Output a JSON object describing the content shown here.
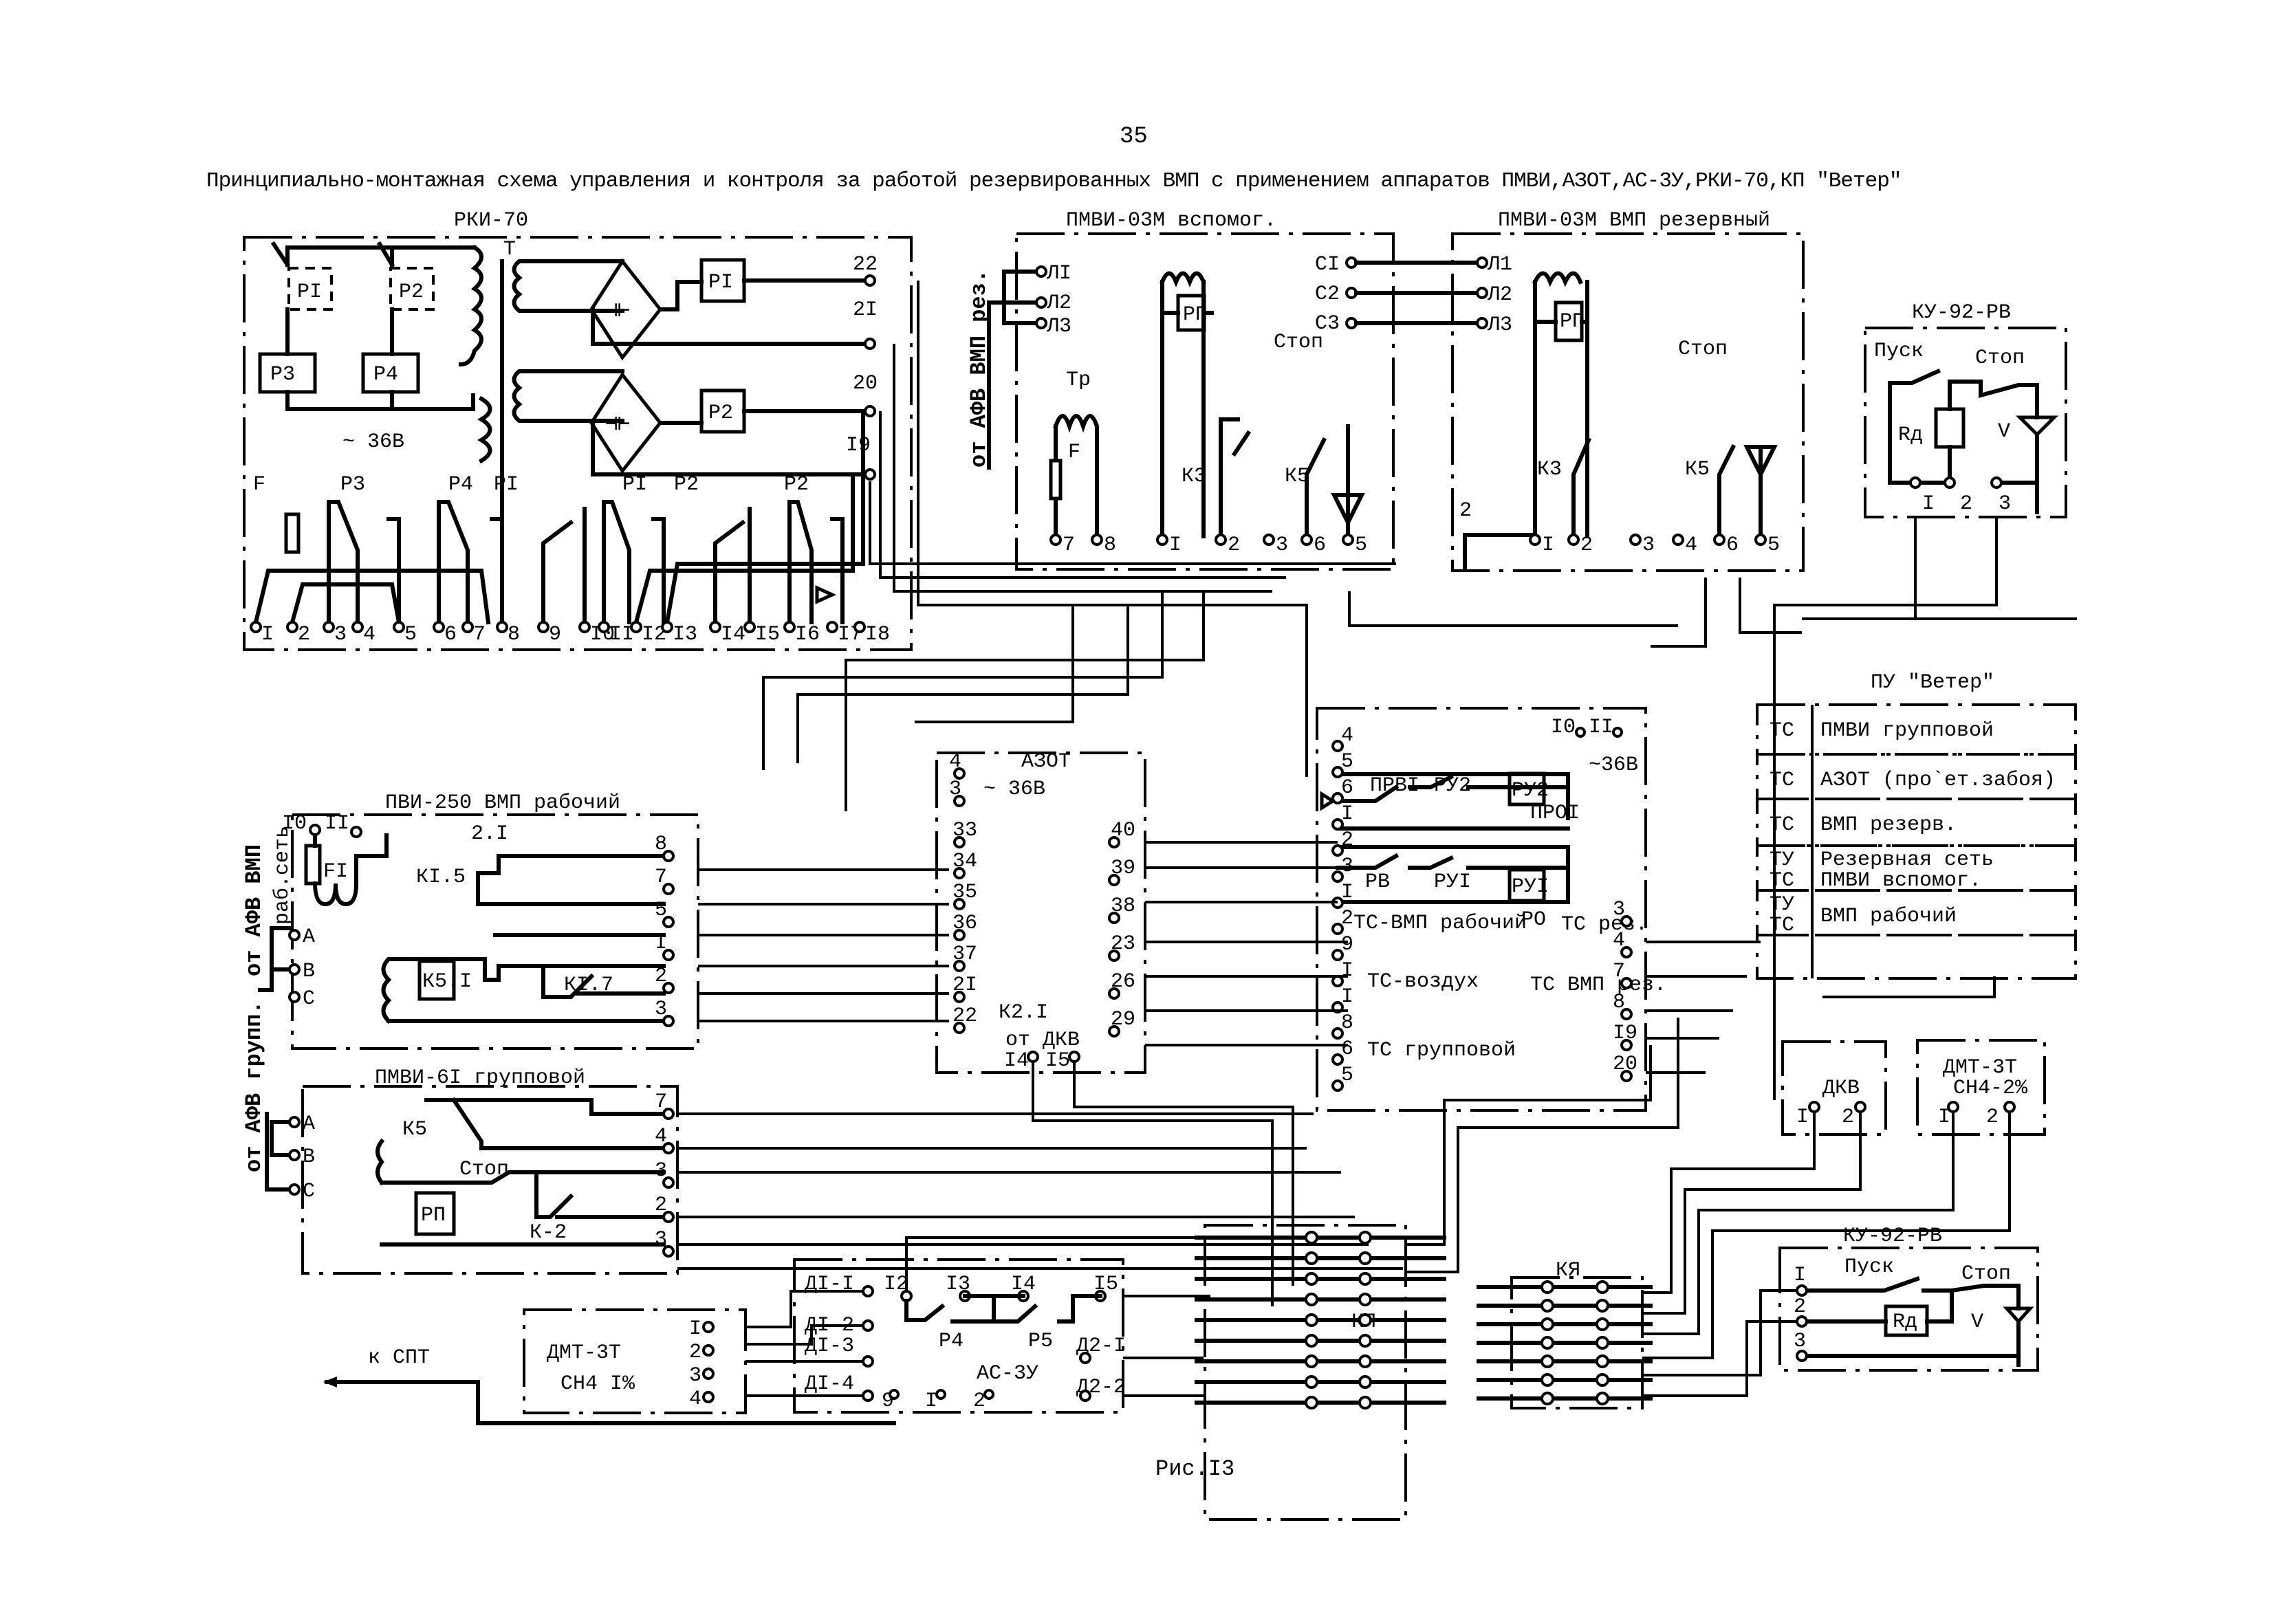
{
  "page": {
    "number": "35",
    "title": "Принципиально-монтажная схема управления и контроля за работой резервированных ВМП с применением аппаратов  ПМВИ,АЗОТ,АС-3У,РКИ-70,КП \"Ветер\"",
    "caption": "Рис.I3"
  },
  "rki70": {
    "title": "РКИ-70",
    "relays": [
      "Р3",
      "Р4",
      "РI",
      "Р2"
    ],
    "dashed_coils": [
      "РI",
      "Р2"
    ],
    "transformer": "Т",
    "voltage": "~ 36В",
    "fuse": "F",
    "contact_labels": [
      "Р3",
      "Р4",
      "РI",
      "РI",
      "Р2",
      "Р2"
    ],
    "top_terminals": [
      "22",
      "2I",
      "20",
      "I9"
    ],
    "bottom_terminals": [
      "I",
      "2",
      "3",
      "4",
      "5",
      "6",
      "7",
      "8",
      "9",
      "I0",
      "II",
      "I2",
      "I3",
      "I4",
      "I5",
      "I6",
      "I7",
      "I8"
    ]
  },
  "pmvi_aux": {
    "title": "ПМВИ-03М вспомог.",
    "feed_label": "от АФВ ВМП рез.",
    "inputs": [
      "ЛI",
      "Л2",
      "Л3"
    ],
    "outputs": [
      "СI",
      "С2",
      "С3"
    ],
    "relay": "РП",
    "transformer": "Тр",
    "fuse": "F",
    "stop": "Стоп",
    "contacts": [
      "К3",
      "К5"
    ],
    "terminals": [
      "7",
      "8",
      "I",
      "2",
      "3",
      "6",
      "5"
    ]
  },
  "pmvi_reserve": {
    "title": "ПМВИ-03М ВМП резервный",
    "inputs": [
      "Л1",
      "Л2",
      "Л3"
    ],
    "relay": "РП",
    "stop": "Стоп",
    "contacts": [
      "К3",
      "К5"
    ],
    "ground_label": "2",
    "terminals": [
      "I",
      "2",
      "3",
      "4",
      "6",
      "5"
    ]
  },
  "ku92_top": {
    "title": "КУ-92-РВ",
    "start": "Пуск",
    "stop": "Стоп",
    "resistor": "Rд",
    "diode": "V",
    "terminals": [
      "I",
      "2",
      "3"
    ]
  },
  "pu_veter": {
    "title": "ПУ \"Ветер\"",
    "rows": [
      {
        "code": "ТС",
        "text": "ПМВИ групповой"
      },
      {
        "code": "ТС",
        "text": "АЗОТ (про`ет.забоя)"
      },
      {
        "code": "ТС",
        "text": "ВМП резерв."
      },
      {
        "code": "ТУ / ТС",
        "text": "Резервная сеть / ПМВИ вспомог."
      },
      {
        "code": "ТУ / ТС",
        "text": "ВМП рабочий"
      },
      {
        "code": "",
        "text": ""
      }
    ]
  },
  "pvi250": {
    "title": "ПВИ-250 ВМП рабочий",
    "feed_label": "от АФВ ВМП",
    "net_label": "раб.сеть",
    "fuse": "FI",
    "relay": "К5.I",
    "contacts": [
      "2.I",
      "КI.5",
      "КI.7"
    ],
    "phases": [
      "А",
      "В",
      "С"
    ],
    "top_terminals": [
      "I0",
      "II"
    ],
    "terminals": [
      "8",
      "7",
      "5",
      "I",
      "2",
      "3"
    ]
  },
  "pmvi61": {
    "title": "ПМВИ-6I групповой",
    "feed_label": "от АФВ групп.",
    "phases": [
      "А",
      "В",
      "С"
    ],
    "relay": "РП",
    "stop": "Стоп",
    "contacts": [
      "К5",
      "К-2"
    ],
    "terminals": [
      "7",
      "4",
      "3",
      "2",
      "3"
    ]
  },
  "azot": {
    "title": "АЗОТ",
    "voltage": "~ 36В",
    "left_terminals": [
      "4",
      "3",
      "33",
      "34",
      "35",
      "36",
      "37",
      "2I",
      "22"
    ],
    "right_terminals": [
      "40",
      "39",
      "38",
      "23",
      "26",
      "29"
    ],
    "contact": "К2.I",
    "dkv_label": "от ДКВ",
    "dkv_terminals": [
      "I4",
      "I5"
    ]
  },
  "kp_block": {
    "left_terminals": [
      "4",
      "5",
      "6",
      "I",
      "2",
      "3",
      "I",
      "2",
      "9",
      "I",
      "I",
      "8",
      "6",
      "5"
    ],
    "top_terminals": [
      "I0",
      "II"
    ],
    "voltage": "~36В",
    "relays": [
      "ПРВI",
      "РУ2",
      "РУ2",
      "ПРОI",
      "РВ",
      "РУI",
      "РУI",
      "РО"
    ],
    "signals": [
      "ТС-ВМП рабочий",
      "ТС-воздух",
      "ТС групповой"
    ],
    "right_signals": [
      "ТС рез.",
      "ТС ВМП рез."
    ],
    "right_terminals": [
      "3",
      "4",
      "7",
      "8",
      "I9",
      "20"
    ]
  },
  "dkv": {
    "title": "ДКВ",
    "terminals": [
      "I",
      "2"
    ]
  },
  "dmt_right": {
    "title": "ДМТ-3Т",
    "gas": "СН4-2%",
    "terminals": [
      "I",
      "2"
    ]
  },
  "dmt_left": {
    "title": "ДМТ-3Т",
    "gas": "СН4 I%",
    "terminals": [
      "I",
      "2",
      "3",
      "4"
    ]
  },
  "spt": {
    "label": "к СПТ"
  },
  "as3u": {
    "title": "АС-3У",
    "sensors": [
      "ДI-I",
      "ДI-2",
      "ДI-3",
      "ДI-4",
      "Д2-I",
      "Д2-2"
    ],
    "top_terminals": [
      "I2",
      "I3",
      "I4",
      "I5"
    ],
    "contacts": [
      "Р4",
      "Р5"
    ],
    "bottom_terminals": [
      "9",
      "I",
      "2"
    ]
  },
  "terminal_boxes": [
    {
      "title": "КЯ",
      "rows": 9
    },
    {
      "title": "КЯ",
      "rows": 7
    }
  ],
  "ku92_bottom": {
    "title": "КУ-92-РВ",
    "start": "Пуск",
    "stop": "Стоп",
    "resistor": "Rд",
    "diode": "V",
    "terminals": [
      "I",
      "2",
      "3"
    ]
  }
}
